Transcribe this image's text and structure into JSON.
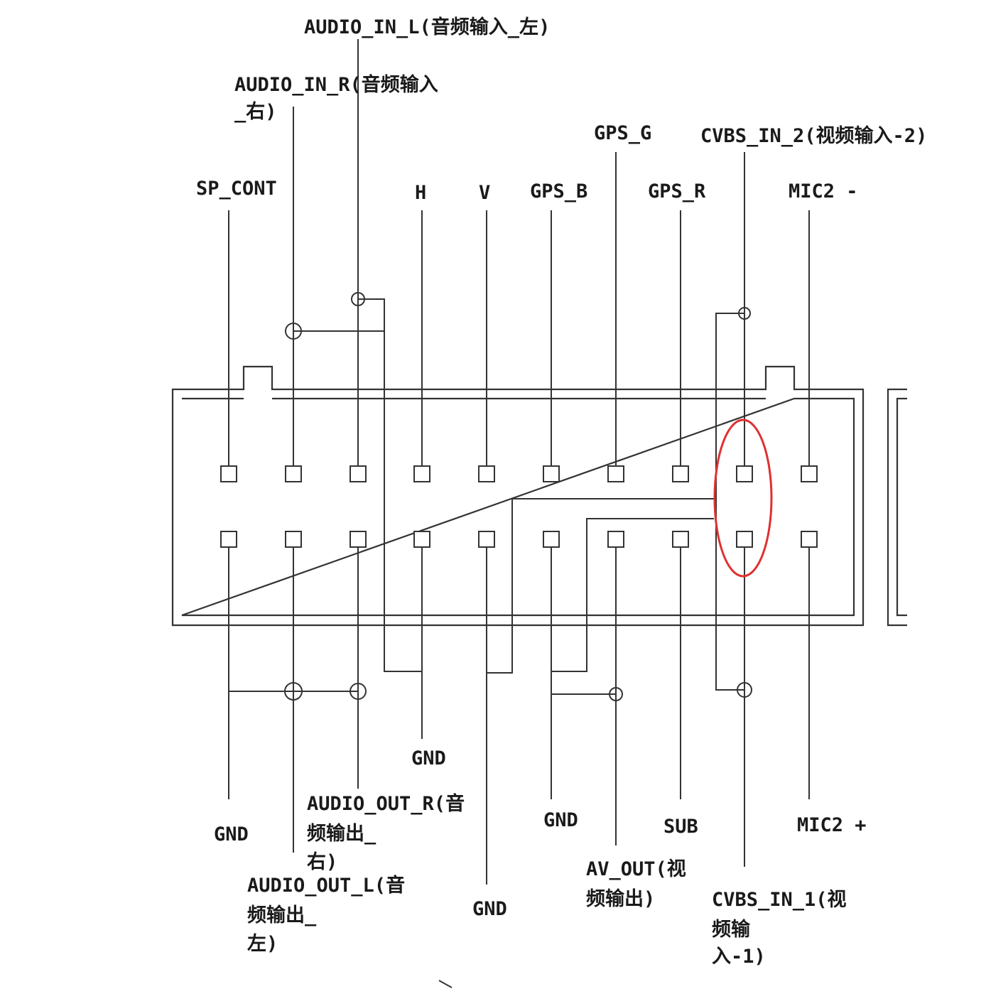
{
  "labels": {
    "audio_in_l": "AUDIO_IN_L(音频输入_左)",
    "audio_in_r_1": "AUDIO_IN_R(音频输入",
    "audio_in_r_2": "_右)",
    "sp_cont": "SP_CONT",
    "h": "H",
    "v": "V",
    "gps_b": "GPS_B",
    "gps_g": "GPS_G",
    "gps_r": "GPS_R",
    "cvbs_in_2": "CVBS_IN_2(视频输入-2)",
    "mic2_minus": "MIC2 -",
    "gnd_1": "GND",
    "gnd_2": "GND",
    "gnd_3": "GND",
    "gnd_4": "GND",
    "audio_out_r_1": "AUDIO_OUT_R(音",
    "audio_out_r_2": "频输出_",
    "audio_out_r_3": "右)",
    "audio_out_l_1": "AUDIO_OUT_L(音",
    "audio_out_l_2": "频输出_",
    "audio_out_l_3": "左)",
    "av_out_1": "AV_OUT(视",
    "av_out_2": "频输出)",
    "sub": "SUB",
    "mic2_plus": "MIC2 +",
    "cvbs_in_1_1": "CVBS_IN_1(视",
    "cvbs_in_1_2": "频输",
    "cvbs_in_1_3": "入-1)"
  },
  "colors": {
    "line": "#333333",
    "highlight": "#e03030"
  }
}
